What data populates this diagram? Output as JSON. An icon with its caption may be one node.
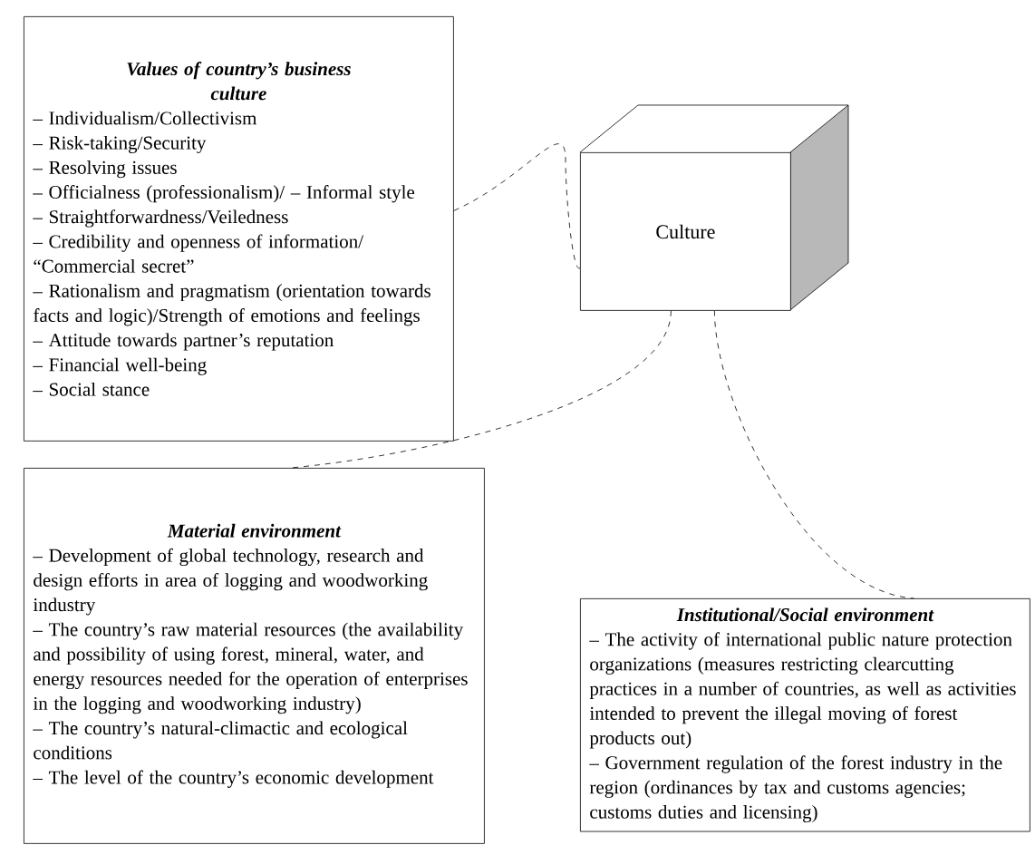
{
  "diagram": {
    "nodes": [
      {
        "text": [
          "Values of country’s business culture",
          "– Individualism/Collectivism",
          "– Risk-taking/Security",
          "– Resolving issues",
          "– Officialness (professionalism)/ – Informal style",
          "– Straightforwardness/Veiledness",
          "– Credibility and openness of information/ “Commercial secret”",
          "– Rationalism and pragmatism (orientation towards facts and logic)/Strength of emotions and feelings",
          "– Attitude towards partner’s reputation",
          "– Financial well-being",
          "– Social stance"
        ]
      },
      {
        "text": [
          "Culture"
        ]
      },
      {
        "text": [
          "Material environment",
          "– Development of global technology, research and design efforts in area of logging and woodworking industry",
          "– The country’s raw material resources (the availability and possibility of using forest, mineral, water, and energy resources needed for the operation of enterprises in the logging and woodworking industry)",
          "– The country’s natural-climactic and ecological conditions",
          "– The level of the country’s economic development"
        ]
      },
      {
        "text": [
          "Institutional/Social environment",
          "– The activity of international public nature protection organizations (measures restricting clearcutting practices in a number of countries, as well as activities intended to prevent the illegal moving of forest products out)",
          "– Government regulation of the forest industry in the region (ordinances by tax and customs agencies; customs duties and licensing)"
        ]
      }
    ],
    "edges": [
      {
        "from": 0,
        "to": 1,
        "arrow": "none",
        "style": "dashed"
      },
      {
        "from": 1,
        "to": 2,
        "arrow": "none",
        "style": "dashed"
      },
      {
        "from": 1,
        "to": 3,
        "arrow": "none",
        "style": "dashed"
      }
    ]
  }
}
